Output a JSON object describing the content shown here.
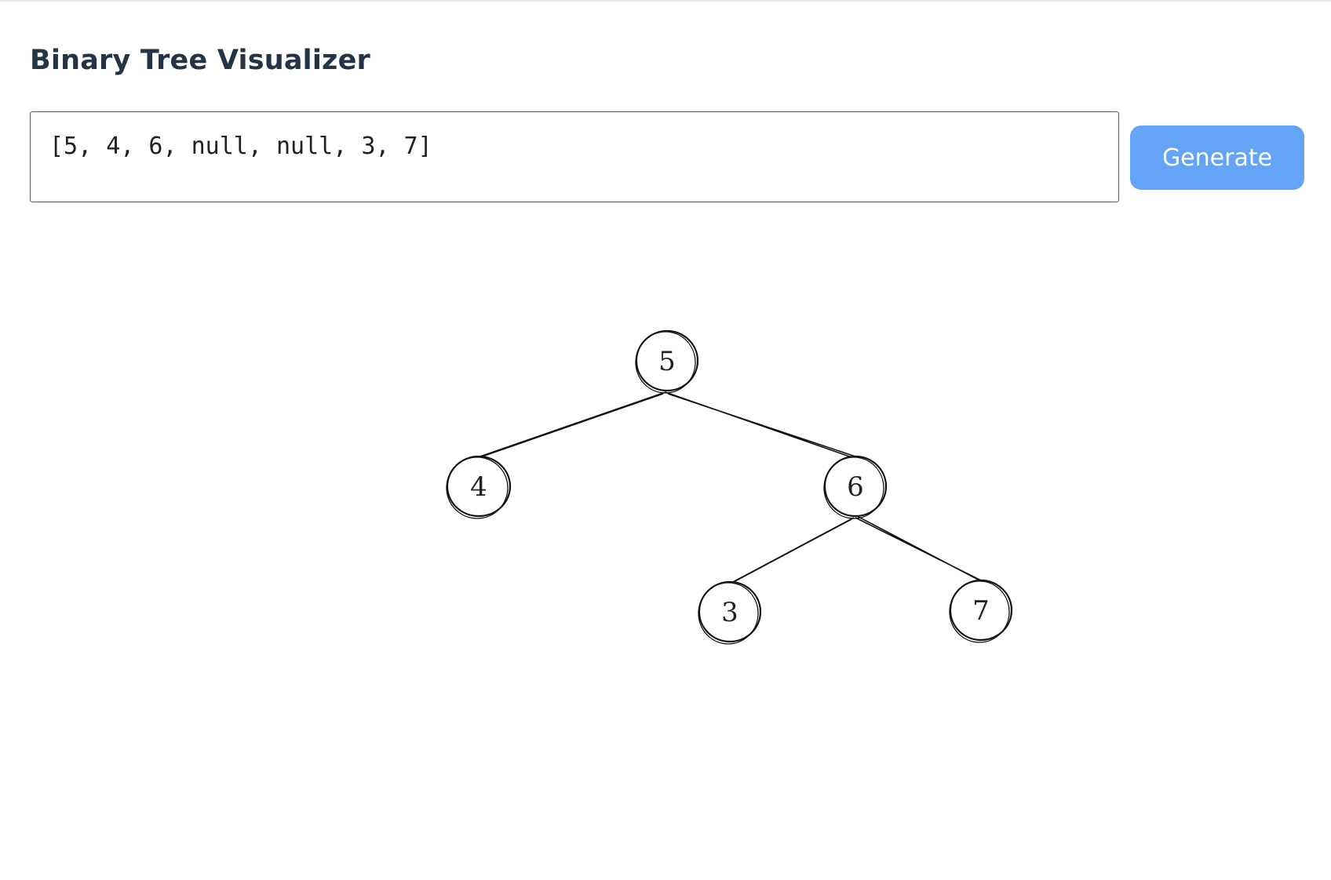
{
  "header": {
    "title": "Binary Tree Visualizer"
  },
  "input": {
    "value": "[5, 4, 6, null, null, 3, 7]"
  },
  "toolbar": {
    "generate_label": "Generate"
  },
  "tree": {
    "nodes": [
      {
        "id": "n5",
        "label": "5"
      },
      {
        "id": "n4",
        "label": "4"
      },
      {
        "id": "n6",
        "label": "6"
      },
      {
        "id": "n3",
        "label": "3"
      },
      {
        "id": "n7",
        "label": "7"
      }
    ],
    "edges": [
      {
        "from": "n5",
        "to": "n4"
      },
      {
        "from": "n5",
        "to": "n6"
      },
      {
        "from": "n6",
        "to": "n3"
      },
      {
        "from": "n6",
        "to": "n7"
      }
    ]
  },
  "colors": {
    "title": "#243447",
    "button_bg": "#64a4f6",
    "button_text": "#ffffff",
    "stroke": "#111111"
  }
}
